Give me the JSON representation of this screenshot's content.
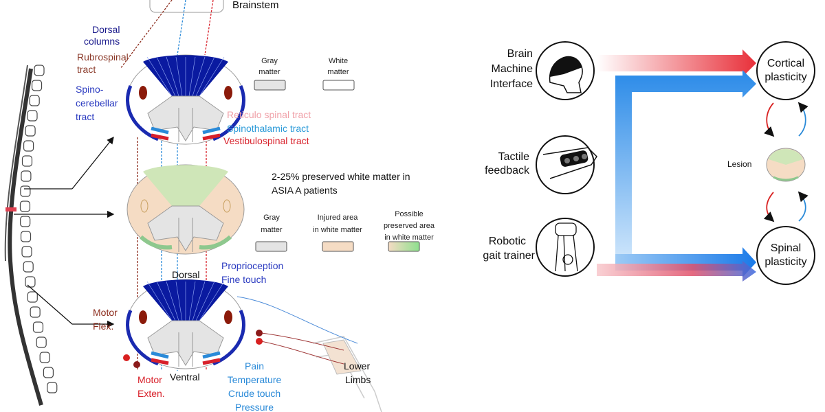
{
  "left_panel": {
    "brainstem": "Brainstem",
    "dorsal_columns": [
      "Dorsal",
      "columns"
    ],
    "rubrospinal": [
      "Rubrospinal",
      "tract"
    ],
    "spinocerebellar": [
      "Spino-",
      "cerebellar",
      "tract"
    ],
    "legend_top": {
      "gray": [
        "Gray",
        "matter"
      ],
      "white": [
        "White",
        "matter"
      ]
    },
    "reticulospinal": "Reticulo spinal tract",
    "spinothalamic": "Spinothalamic tract",
    "vestibulospinal": "Vestibulospinal tract",
    "preserved_note": [
      "2-25% preserved white matter in",
      "ASIA A patients"
    ],
    "legend_mid": {
      "gray": [
        "Gray",
        "matter"
      ],
      "injured": [
        "Injured area",
        "in white matter"
      ],
      "preserved": [
        "Possible",
        "preserved area",
        "in white matter"
      ]
    },
    "dorsal": "Dorsal",
    "ventral": "Ventral",
    "proprioception": [
      "Proprioception",
      "Fine touch"
    ],
    "motor_flex": [
      "Motor",
      "Flex."
    ],
    "motor_exten": [
      "Motor",
      "Exten."
    ],
    "pain": [
      "Pain",
      "Temperature",
      "Crude touch",
      "Pressure"
    ],
    "lower_limbs": [
      "Lower",
      "Limbs"
    ]
  },
  "right_panel": {
    "bmi": [
      "Brain",
      "Machine",
      "Interface"
    ],
    "tactile": [
      "Tactile",
      "feedback"
    ],
    "robotic": [
      "Robotic",
      "gait trainer"
    ],
    "cortical": [
      "Cortical",
      "plasticity"
    ],
    "spinal": [
      "Spinal",
      "plasticity"
    ],
    "lesion": "Lesion"
  },
  "colors": {
    "navy": "#1a1a8c",
    "dorsal_blue": "#0a1aa0",
    "brown": "#8b2a1a",
    "red": "#d8202a",
    "light_blue": "#2a8ad8",
    "pink": "#f0a0a8",
    "gray_matter": "#e4e4e4",
    "injured": "#f5dcc4",
    "preserved": "#cfe6b8"
  }
}
